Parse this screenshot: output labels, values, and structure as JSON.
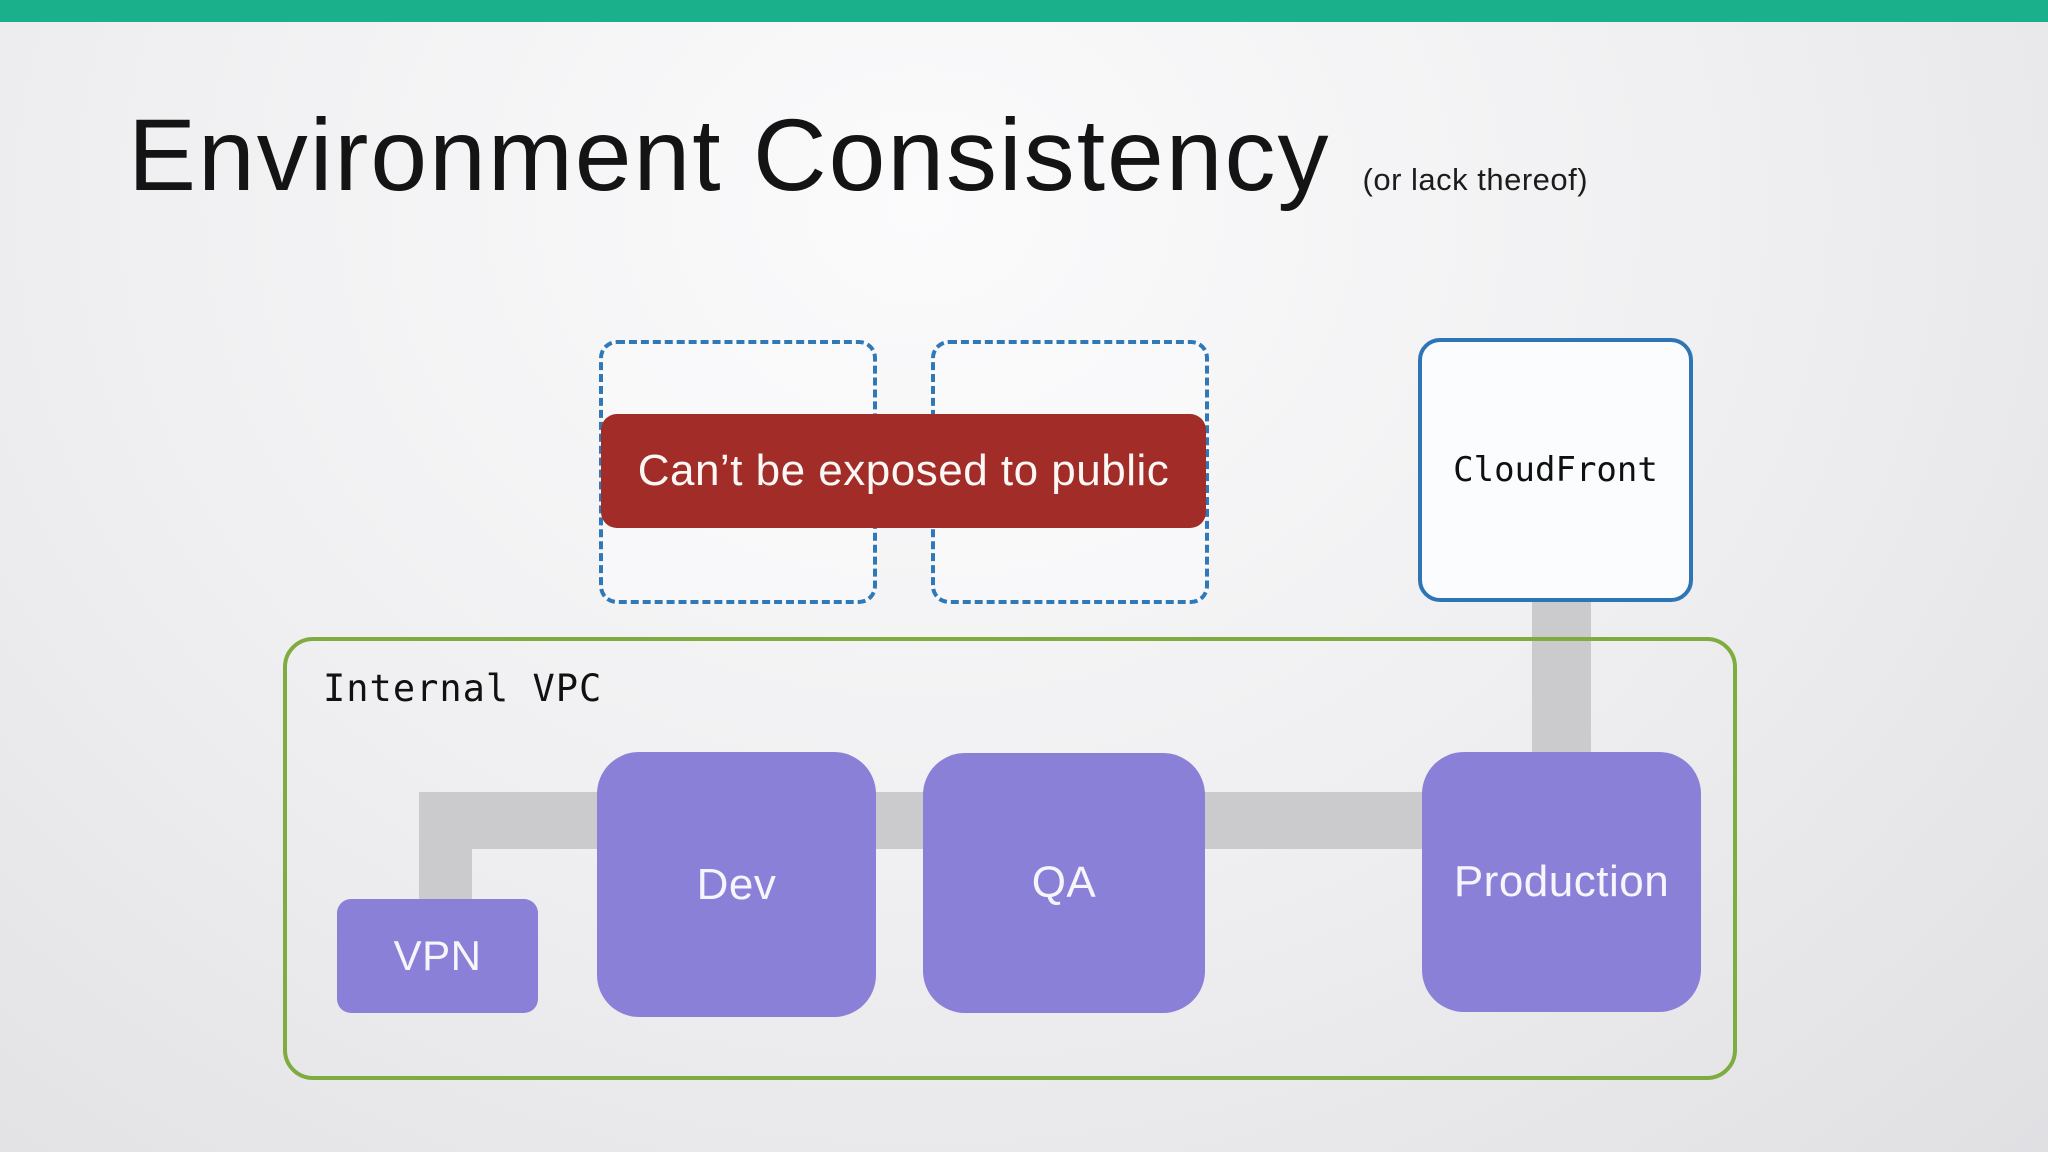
{
  "slide": {
    "title": "Environment Consistency",
    "subtitle": "(or lack thereof)"
  },
  "banner": {
    "label": "Can’t be exposed to public"
  },
  "nodes": {
    "cloudfront": {
      "label": "CloudFront"
    },
    "vpc": {
      "label": "Internal VPC"
    },
    "vpn": {
      "label": "VPN"
    },
    "dev": {
      "label": "Dev"
    },
    "qa": {
      "label": "QA"
    },
    "production": {
      "label": "Production"
    }
  },
  "colors": {
    "accent_bar_teal": "#1BB08C",
    "banner_red": "#A22D28",
    "node_purple": "#8B80D7",
    "vpc_border_green": "#7FAC41",
    "placeholder_dashed_blue": "#2F79B9",
    "cloudfront_border_blue": "#2E75B6",
    "connector_gray": "#CBCBCE"
  }
}
